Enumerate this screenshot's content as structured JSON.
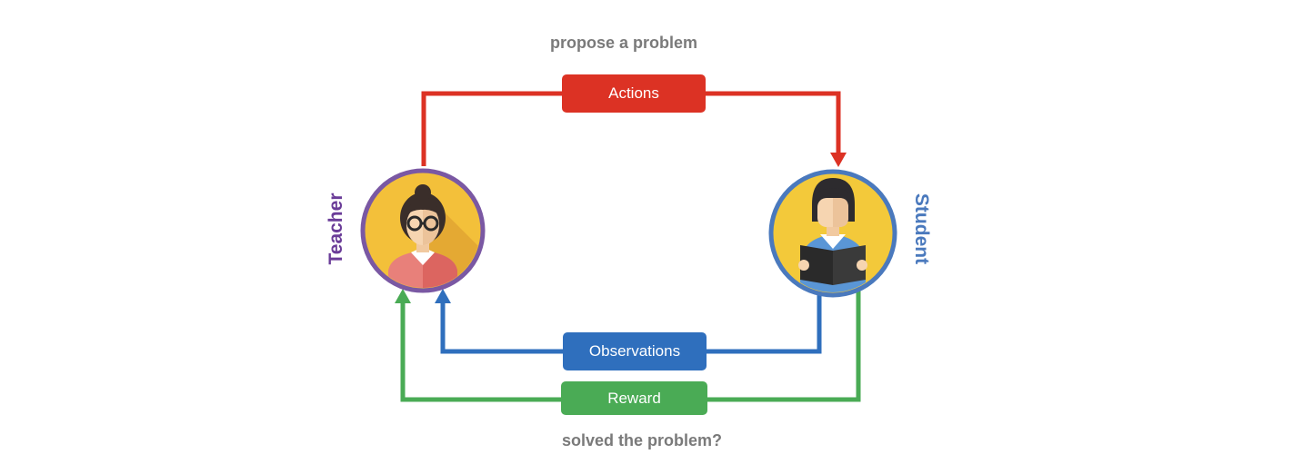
{
  "diagram": {
    "top_caption": "propose a problem",
    "bottom_caption": "solved the problem?",
    "actions_label": "Actions",
    "observations_label": "Observations",
    "reward_label": "Reward",
    "teacher_label": "Teacher",
    "student_label": "Student"
  },
  "colors": {
    "actions": "#dc3224",
    "observations": "#2f6fbd",
    "reward": "#4aab55",
    "teacher": "#6a3c98",
    "student": "#4a79bd"
  },
  "icons": {
    "teacher": "teacher-avatar-icon",
    "student": "student-reading-avatar-icon"
  }
}
